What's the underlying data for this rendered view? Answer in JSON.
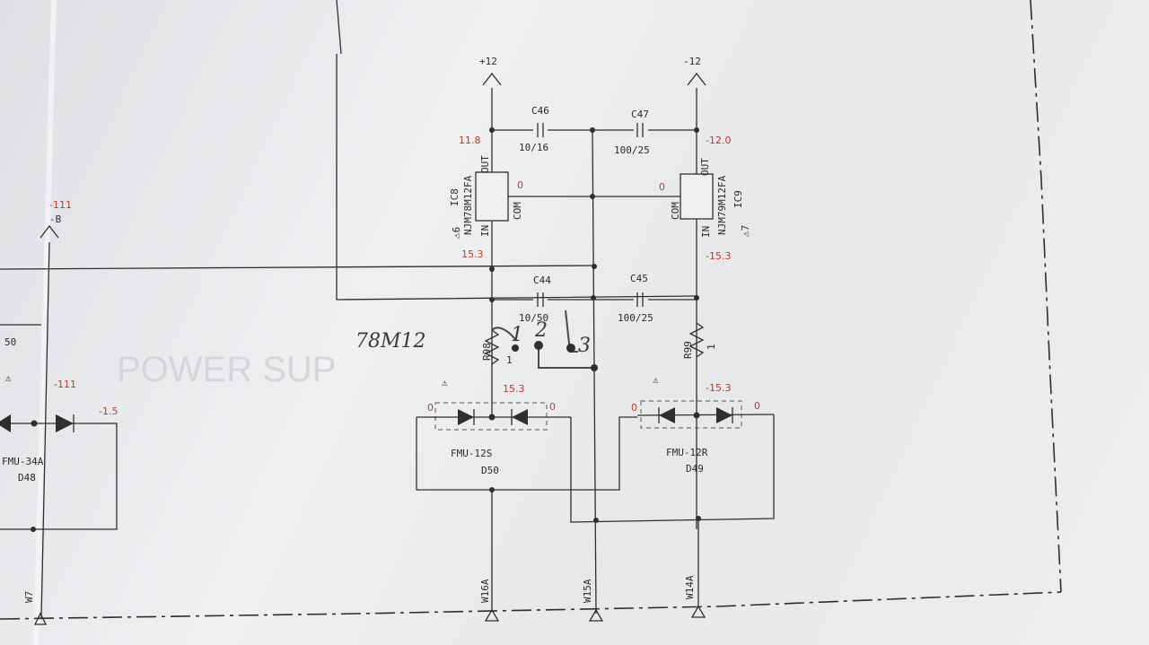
{
  "watermark": "POWER SUP",
  "handwriting": {
    "note": "78M12",
    "pin1": "1",
    "pin2": "2",
    "pin3": "3"
  },
  "rails": {
    "positive": "+12",
    "negative": "-12"
  },
  "left_fragment": {
    "rail_top": "-111",
    "rail_label": "-B",
    "resistor_value": "50",
    "volt1": "-111",
    "volt2": "-1.5",
    "diode_part": "FMU-34A",
    "diode_ref": "D48",
    "connector": "W7"
  },
  "capacitors": {
    "c46": {
      "ref": "C46",
      "value": "10/16"
    },
    "c47": {
      "ref": "C47",
      "value": "100/25"
    },
    "c44": {
      "ref": "C44",
      "value": "10/50"
    },
    "c45": {
      "ref": "C45",
      "value": "100/25"
    }
  },
  "ic8": {
    "ref": "IC8",
    "part": "NJM78M12FA",
    "note": "⚠6",
    "pin_out": "OUT",
    "pin_com": "COM",
    "pin_in": "IN"
  },
  "ic9": {
    "ref": "IC9",
    "part": "NJM79M12FA",
    "note": "⚠7",
    "pin_out": "OUT",
    "pin_com": "COM",
    "pin_in": "IN"
  },
  "voltages": {
    "ic8_out": "11.8",
    "ic8_com": "0",
    "ic8_in": "15.3",
    "ic9_out": "-12.0",
    "ic9_com": "0",
    "ic9_in": "-15.3",
    "r98_node": "15.3",
    "r99_node": "-15.3",
    "d50_left": "0",
    "d50_right": "0",
    "d49_left": "0",
    "d49_right": "0"
  },
  "resistors": {
    "r98": {
      "ref": "R98",
      "value": "1",
      "note": "⚠"
    },
    "r99": {
      "ref": "R99",
      "value": "1",
      "note": "⚠"
    }
  },
  "diodes": {
    "d50": {
      "part": "FMU-12S",
      "ref": "D50"
    },
    "d49": {
      "part": "FMU-12R",
      "ref": "D49"
    }
  },
  "warning_symbol": "⚠",
  "connectors": {
    "w16a": "W16A",
    "w15a": "W15A",
    "w14a": "W14A"
  },
  "colors": {
    "voltage_annotation": "#c0392b",
    "ink": "#2e2e2e",
    "paper": "#e9eaec"
  }
}
